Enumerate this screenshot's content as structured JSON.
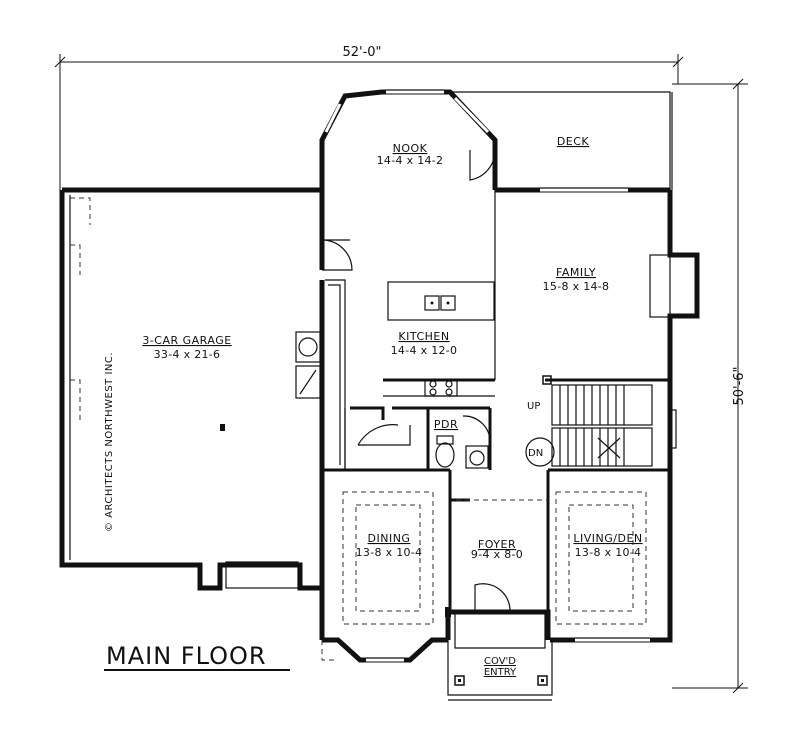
{
  "plan_title": "MAIN FLOOR",
  "dimensions": {
    "width": "52'-0\"",
    "depth": "50'-6\""
  },
  "watermark": "© ARCHITECTS NORTHWEST INC.",
  "stair_labels": {
    "up": "UP",
    "down": "DN"
  },
  "rooms": {
    "nook": {
      "name": "NOOK",
      "size": "14-4 x 14-2"
    },
    "deck": {
      "name": "DECK",
      "size": ""
    },
    "family": {
      "name": "FAMILY",
      "size": "15-8 x 14-8"
    },
    "garage": {
      "name": "3-CAR GARAGE",
      "size": "33-4 x 21-6"
    },
    "kitchen": {
      "name": "KITCHEN",
      "size": "14-4 x 12-0"
    },
    "pdr": {
      "name": "PDR",
      "size": ""
    },
    "dining": {
      "name": "DINING",
      "size": "13-8 x 10-4"
    },
    "foyer": {
      "name": "FOYER",
      "size": "9-4 x 8-0"
    },
    "living": {
      "name": "LIVING/DEN",
      "size": "13-8 x 10-4"
    },
    "entry": {
      "name": "COV'D",
      "size": "ENTRY"
    }
  }
}
